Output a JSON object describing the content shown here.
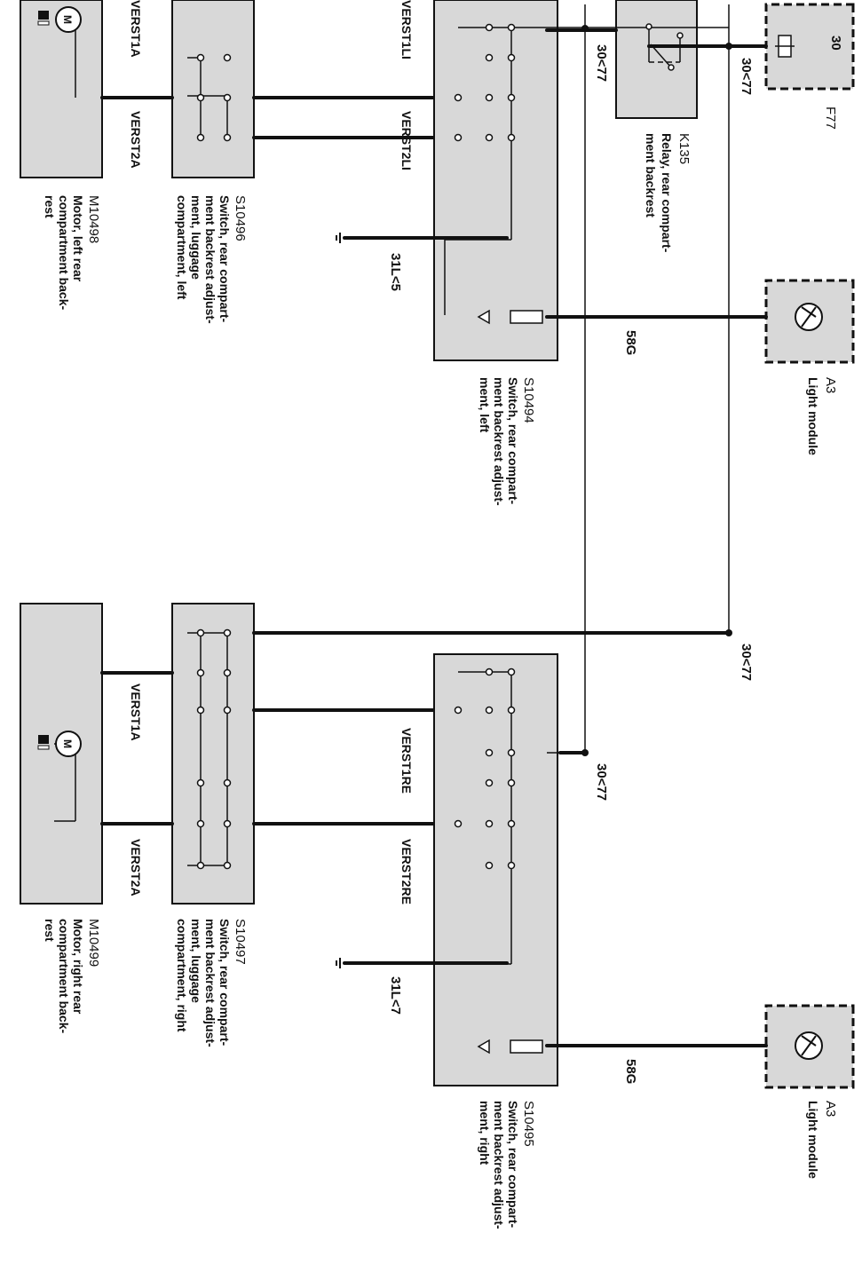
{
  "components": {
    "f77": {
      "id": "F77",
      "pin": "30"
    },
    "k135": {
      "id": "K135",
      "desc": [
        "Relay, rear compart-",
        "ment backrest"
      ]
    },
    "a3_left": {
      "id": "A3",
      "desc": [
        "Light module"
      ]
    },
    "a3_right": {
      "id": "A3",
      "desc": [
        "Light module"
      ]
    },
    "s10494": {
      "id": "S10494",
      "desc": [
        "Switch, rear compart-",
        "ment backrest adjust-",
        "ment, left"
      ]
    },
    "s10495": {
      "id": "S10495",
      "desc": [
        "Switch, rear compart-",
        "ment backrest adjust-",
        "ment, right"
      ]
    },
    "s10496": {
      "id": "S10496",
      "desc": [
        "Switch, rear compart-",
        "ment backrest adjust-",
        "ment, luggage",
        "compartment, left"
      ]
    },
    "s10497": {
      "id": "S10497",
      "desc": [
        "Switch, rear compart-",
        "ment backrest adjust-",
        "ment, luggage",
        "compartment, right"
      ]
    },
    "m10498": {
      "id": "M10498",
      "desc": [
        "Motor, left rear",
        "compartment back-",
        "rest"
      ]
    },
    "m10499": {
      "id": "M10499",
      "desc": [
        "Motor, right rear",
        "compartment back-",
        "rest"
      ]
    }
  },
  "nets": {
    "k135_out": "30<77",
    "f77_feed": "30<77",
    "right_feed": "30<77",
    "right_switch_feed": "30<77",
    "lamp_left": "58G",
    "lamp_right": "58G",
    "gnd_left": "31L<5",
    "gnd_right": "31L<7"
  },
  "signals": {
    "l1_switch": "VERST1LI",
    "l2_switch": "VERST2LI",
    "l1_motor": "VERST1A",
    "l2_motor": "VERST2A",
    "r1_switch": "VERST1RE",
    "r2_switch": "VERST2RE",
    "r1_motor": "VERST1A",
    "r2_motor": "VERST2A"
  },
  "icons": {
    "motor": "motor-icon",
    "fuse": "fuse-icon",
    "lamp": "lamp-icon",
    "ground": "ground-icon",
    "seat": "seat-icon"
  },
  "colors": {
    "box_fill": "#d8d8d8",
    "wire": "#111111"
  }
}
